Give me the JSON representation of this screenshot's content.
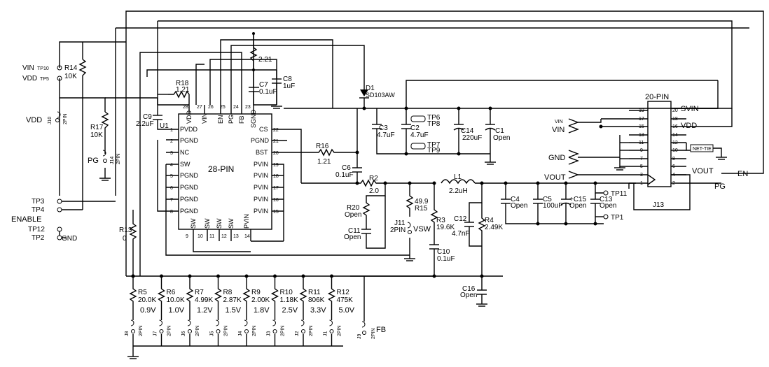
{
  "ic": {
    "title": "28-PIN",
    "ref": "U1",
    "pins": [
      {
        "num": "1",
        "name": "PVDD"
      },
      {
        "num": "2",
        "name": "PGND"
      },
      {
        "num": "3",
        "name": "NC"
      },
      {
        "num": "4",
        "name": "SW"
      },
      {
        "num": "5",
        "name": "PGND"
      },
      {
        "num": "6",
        "name": "PGND"
      },
      {
        "num": "7",
        "name": "PGND"
      },
      {
        "num": "8",
        "name": "PGND"
      },
      {
        "num": "9",
        "name": "SW"
      },
      {
        "num": "10",
        "name": "SW"
      },
      {
        "num": "11",
        "name": "SW"
      },
      {
        "num": "12",
        "name": "SW"
      },
      {
        "num": "13",
        "name": "PVIN"
      },
      {
        "num": "14",
        "name": "PVIN"
      },
      {
        "num": "15",
        "name": "PVIN"
      },
      {
        "num": "16",
        "name": "PVIN"
      },
      {
        "num": "17",
        "name": "PVIN"
      },
      {
        "num": "18",
        "name": "PVIN"
      },
      {
        "num": "19",
        "name": "PVIN"
      },
      {
        "num": "20",
        "name": "BST"
      },
      {
        "num": "21",
        "name": "PGND"
      },
      {
        "num": "22",
        "name": "CS"
      },
      {
        "num": "23",
        "name": "SGND"
      },
      {
        "num": "24",
        "name": "FB"
      },
      {
        "num": "25",
        "name": "PG"
      },
      {
        "num": "26",
        "name": "EN"
      },
      {
        "num": "27",
        "name": "VIN"
      },
      {
        "num": "28",
        "name": "VDD"
      }
    ]
  },
  "connector": {
    "title": "20-PIN",
    "ref": "J13",
    "left_pins": [
      "19",
      "17",
      "15",
      "13",
      "11",
      "9",
      "7",
      "5",
      "3",
      "1"
    ],
    "right_pins": [
      "20",
      "18",
      "16",
      "14",
      "12",
      "10",
      "8",
      "6",
      "4",
      "2"
    ],
    "net_tie": "NET-TIE",
    "labels": {
      "svin": "SVIN",
      "vdd": "VDD",
      "vout_out": "VOUT",
      "en": "EN",
      "pg": "PG"
    }
  },
  "left_nets": {
    "vin_label": "VIN",
    "tp10": "TP10",
    "vdd_label": "VDD",
    "tp5": "TP5",
    "vdd_jumper_label": "VDD",
    "j10": "J10",
    "j10_type": "2PIN",
    "pg_label": "PG",
    "j14": "J14",
    "j14_type": "2PIN",
    "tp3": "TP3",
    "tp4": "TP4",
    "enable": "ENABLE",
    "tp12": "TP12",
    "tp2": "TP2",
    "gnd": "GND"
  },
  "right_nets": {
    "vin_small": "VIN",
    "vin": "VIN",
    "gnd": "GND",
    "vout": "VOUT"
  },
  "components": {
    "r14": {
      "ref": "R14",
      "value": "10K"
    },
    "r17": {
      "ref": "R17",
      "value": "10K"
    },
    "r18": {
      "ref": "R18",
      "value": "1.21"
    },
    "r_top": {
      "value": "2.21"
    },
    "c7": {
      "ref": "C7",
      "value": "0.1uF"
    },
    "c8": {
      "ref": "C8",
      "value": "1uF"
    },
    "c9": {
      "ref": "C9",
      "value": "2.2uF"
    },
    "d1": {
      "ref": "D1",
      "value": "SD103AW"
    },
    "r16": {
      "ref": "R16",
      "value": "1.21"
    },
    "c6": {
      "ref": "C6",
      "value": "0.1uF"
    },
    "r2": {
      "ref": "R2",
      "value": "2.0"
    },
    "r20": {
      "ref": "R20",
      "value": "Open"
    },
    "c11": {
      "ref": "C11",
      "value": "Open"
    },
    "r15": {
      "ref": "R15",
      "value": "49.9"
    },
    "j11": {
      "ref": "J11",
      "type": "2PIN",
      "label": "VSW"
    },
    "r3": {
      "ref": "R3",
      "value": "19.6K"
    },
    "c10": {
      "ref": "C10",
      "value": "0.1uF"
    },
    "l1": {
      "ref": "L1",
      "value": "2.2uH"
    },
    "c12": {
      "ref": "C12",
      "value": "4.7nF"
    },
    "r4": {
      "ref": "R4",
      "value": "2.49K"
    },
    "c16": {
      "ref": "C16",
      "value": "Open"
    },
    "c4": {
      "ref": "C4",
      "value": "Open"
    },
    "c5": {
      "ref": "C5",
      "value": "100uF"
    },
    "c15": {
      "ref": "+C15",
      "value": "Open"
    },
    "c13": {
      "ref": "C13",
      "value": "Open"
    },
    "tp11": "TP11",
    "tp1": "TP1",
    "c3": {
      "ref": "C3",
      "value": "4.7uF"
    },
    "c2": {
      "ref": "C2",
      "value": "4.7uF"
    },
    "c14": {
      "ref": "C14",
      "value": "220uF"
    },
    "c1": {
      "ref": "C1",
      "value": "Open"
    },
    "tp6": "TP6",
    "tp8": "TP8",
    "tp7": "TP7",
    "tp9": "TP9",
    "r13": {
      "ref": "R13",
      "value": "0"
    }
  },
  "fb_resistors": [
    {
      "ref": "R5",
      "value": "20.0K",
      "volt": "0.9V",
      "jumper": "J8"
    },
    {
      "ref": "R6",
      "value": "10.0K",
      "volt": "1.0V",
      "jumper": "J7"
    },
    {
      "ref": "R7",
      "value": "4.99K",
      "volt": "1.2V",
      "jumper": "J6"
    },
    {
      "ref": "R8",
      "value": "2.87K",
      "volt": "1.5V",
      "jumper": "J5"
    },
    {
      "ref": "R9",
      "value": "2.00K",
      "volt": "1.8V",
      "jumper": "J4"
    },
    {
      "ref": "R10",
      "value": "1.18K",
      "volt": "2.5V",
      "jumper": "J3"
    },
    {
      "ref": "R11",
      "value": "806K",
      "volt": "3.3V",
      "jumper": "J2"
    },
    {
      "ref": "R12",
      "value": "475K",
      "volt": "5.0V",
      "jumper": "J1"
    }
  ],
  "jumper_type": "2PIN",
  "j9": {
    "ref": "J9",
    "type": "2PIN",
    "label": "FB"
  }
}
